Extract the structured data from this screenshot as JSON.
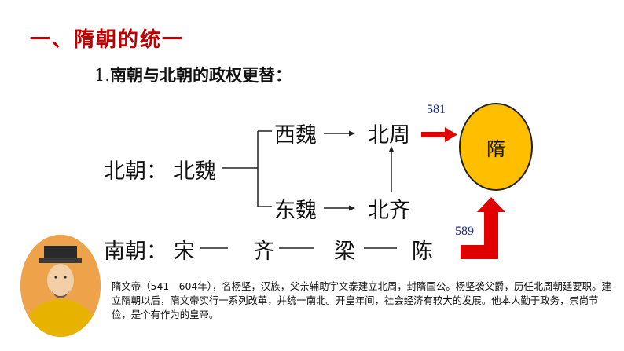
{
  "heading": "一、隋朝的统一",
  "subheading": {
    "number": "1.",
    "text": "南朝与北朝的政权更替："
  },
  "north": {
    "label": "北朝：",
    "origin": "北魏",
    "west": "西魏",
    "west_next": "北周",
    "east": "东魏",
    "east_next": "北齐"
  },
  "south": {
    "label": "南朝：",
    "dynasties": [
      "宋",
      "齐",
      "梁",
      "陈"
    ]
  },
  "sui": {
    "label": "隋",
    "year_from_north": "581",
    "year_from_south": "589",
    "circle_color": "#ffbf00",
    "arrow_color": "#e00000"
  },
  "emperor_note": "隋文帝（541—604年），名杨坚，汉族，父亲辅助宇文泰建立北周，封隋国公。杨坚袭父爵，历任北周朝廷要职。建立隋朝以后，隋文帝实行一系列改革，并统一南北。开皇年间，社会经济有较大的发展。他本人勤于政务，崇尚节俭，是个有作为的皇帝。"
}
